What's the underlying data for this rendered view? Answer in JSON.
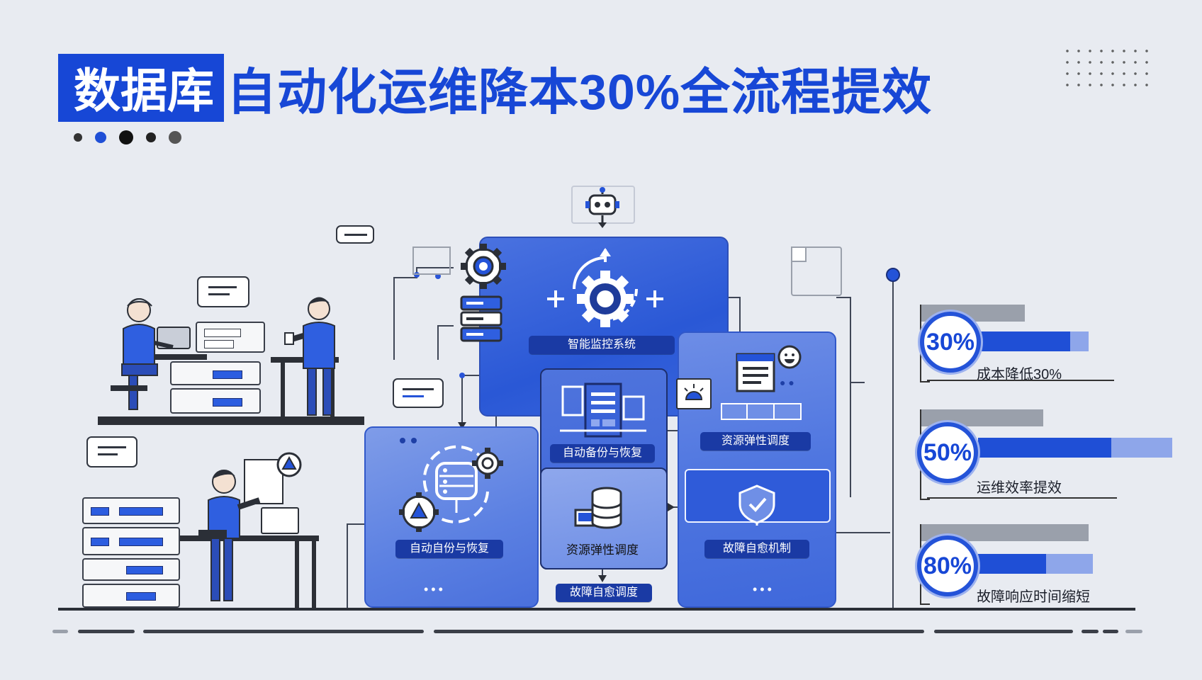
{
  "title": {
    "highlight": "数据库",
    "rest": "自动化运维降本30%全流程提效"
  },
  "dots": [
    "#333333",
    "#1f4fd6",
    "#111111",
    "#222222",
    "#555555"
  ],
  "colors": {
    "accent": "#1747d6",
    "panel": "#2a58d6",
    "background": "#e8ebf1"
  },
  "modules": {
    "monitor": "智能监控系统",
    "backup_center": "自动备份与恢复",
    "backup_left": "自动自份与恢复",
    "resource_center": "资源弹性调度",
    "resource_right": "资源弹性调度",
    "healing_right": "故障自愈机制",
    "healing_bottom": "故障自愈调度"
  },
  "metrics": [
    {
      "value": "30%",
      "label": "成本降低30%",
      "fill": 0.3
    },
    {
      "value": "50%",
      "label": "运维效率提效",
      "fill": 0.5
    },
    {
      "value": "80%",
      "label": "故障响应时间缩短",
      "fill": 0.8
    }
  ],
  "icons": [
    "robot-icon",
    "gear-icon",
    "database-icon",
    "document-icon",
    "alert-icon",
    "shield-icon",
    "smiley-icon",
    "chat-icon",
    "laptop-icon"
  ]
}
